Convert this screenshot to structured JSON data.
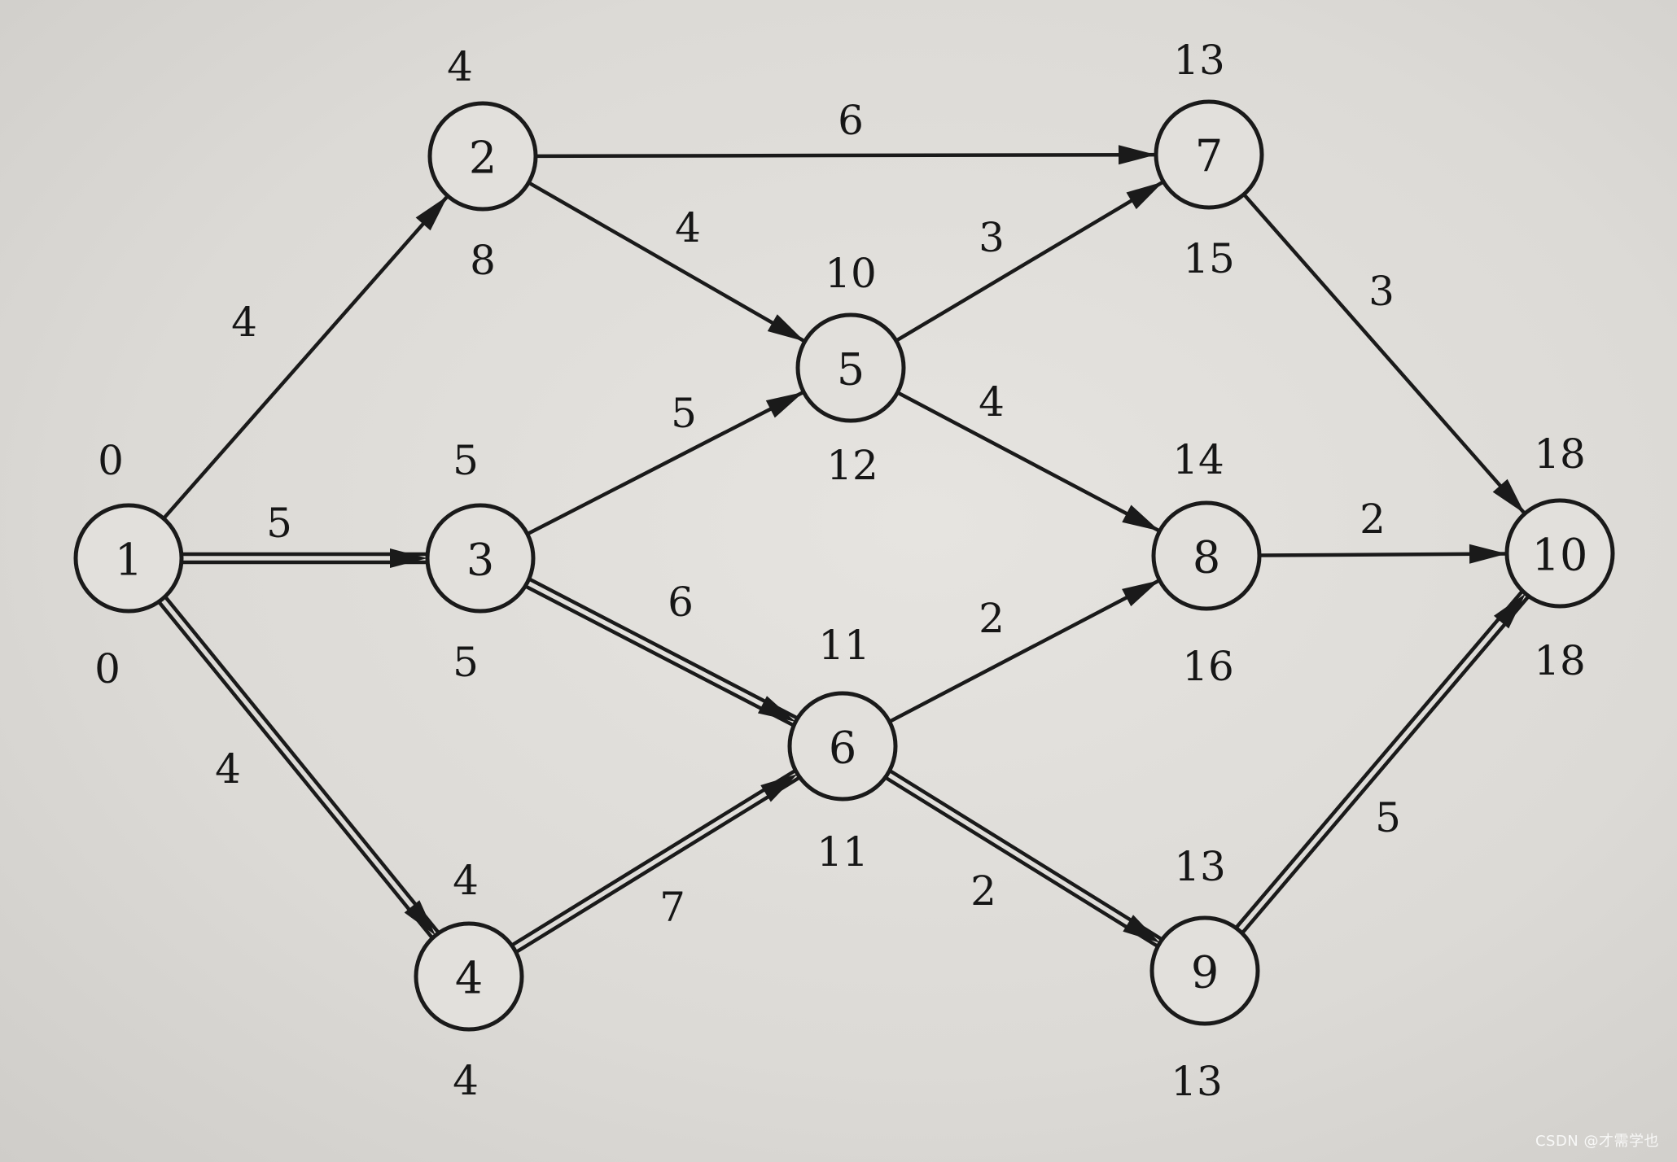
{
  "diagram": {
    "nodes": [
      {
        "id": "1",
        "label": "1",
        "early": "0",
        "late": "0"
      },
      {
        "id": "2",
        "label": "2",
        "early": "4",
        "late": "8"
      },
      {
        "id": "3",
        "label": "3",
        "early": "5",
        "late": "5"
      },
      {
        "id": "4",
        "label": "4",
        "early": "4",
        "late": "4"
      },
      {
        "id": "5",
        "label": "5",
        "early": "10",
        "late": "12"
      },
      {
        "id": "6",
        "label": "6",
        "early": "11",
        "late": "11"
      },
      {
        "id": "7",
        "label": "7",
        "early": "13",
        "late": "15"
      },
      {
        "id": "8",
        "label": "8",
        "early": "14",
        "late": "16"
      },
      {
        "id": "9",
        "label": "9",
        "early": "13",
        "late": "13"
      },
      {
        "id": "10",
        "label": "10",
        "early": "18",
        "late": "18"
      }
    ],
    "edges": [
      {
        "from": "1",
        "to": "2",
        "weight": "4",
        "critical": false
      },
      {
        "from": "1",
        "to": "3",
        "weight": "5",
        "critical": true
      },
      {
        "from": "1",
        "to": "4",
        "weight": "4",
        "critical": true
      },
      {
        "from": "2",
        "to": "7",
        "weight": "6",
        "critical": false
      },
      {
        "from": "2",
        "to": "5",
        "weight": "4",
        "critical": false
      },
      {
        "from": "3",
        "to": "5",
        "weight": "5",
        "critical": false
      },
      {
        "from": "3",
        "to": "6",
        "weight": "6",
        "critical": true
      },
      {
        "from": "4",
        "to": "6",
        "weight": "7",
        "critical": true
      },
      {
        "from": "5",
        "to": "7",
        "weight": "3",
        "critical": false
      },
      {
        "from": "5",
        "to": "8",
        "weight": "4",
        "critical": false
      },
      {
        "from": "6",
        "to": "8",
        "weight": "2",
        "critical": false
      },
      {
        "from": "6",
        "to": "9",
        "weight": "2",
        "critical": true
      },
      {
        "from": "7",
        "to": "10",
        "weight": "3",
        "critical": false
      },
      {
        "from": "8",
        "to": "10",
        "weight": "2",
        "critical": false
      },
      {
        "from": "9",
        "to": "10",
        "weight": "5",
        "critical": true
      }
    ]
  },
  "watermark": "CSDN @才需学也"
}
